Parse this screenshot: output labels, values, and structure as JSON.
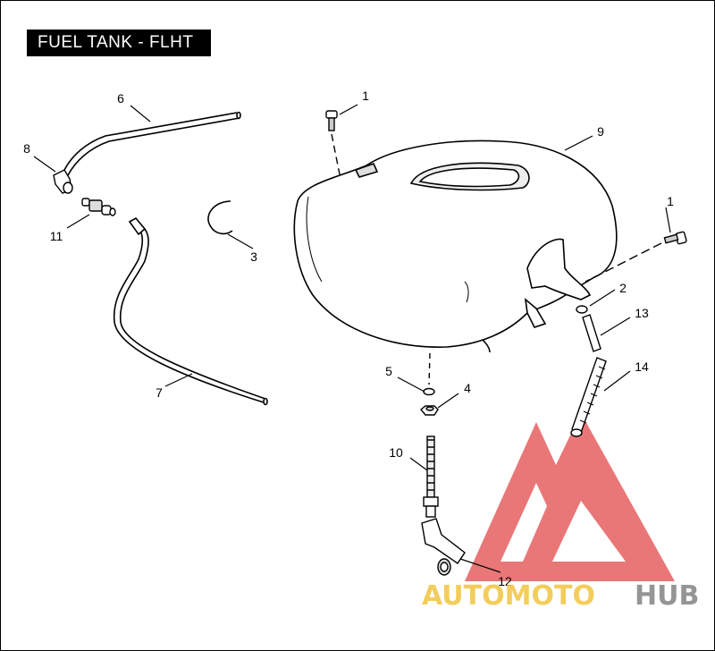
{
  "title": "FUEL TANK - FLHT",
  "callouts": [
    {
      "id": "c1a",
      "label": "1"
    },
    {
      "id": "c1b",
      "label": "1"
    },
    {
      "id": "c2",
      "label": "2"
    },
    {
      "id": "c3",
      "label": "3"
    },
    {
      "id": "c4",
      "label": "4"
    },
    {
      "id": "c5",
      "label": "5"
    },
    {
      "id": "c6",
      "label": "6"
    },
    {
      "id": "c7",
      "label": "7"
    },
    {
      "id": "c8",
      "label": "8"
    },
    {
      "id": "c9",
      "label": "9"
    },
    {
      "id": "c10",
      "label": "10"
    },
    {
      "id": "c11",
      "label": "11"
    },
    {
      "id": "c12",
      "label": "12"
    },
    {
      "id": "c13",
      "label": "13"
    },
    {
      "id": "c14",
      "label": "14"
    }
  ],
  "watermark": {
    "text_a": "AUTOMOTO",
    "text_b": "HUB",
    "colors": {
      "logo": "#e24a4a",
      "text_a": "#f2c84b",
      "text_b": "#8a8a8a"
    }
  }
}
